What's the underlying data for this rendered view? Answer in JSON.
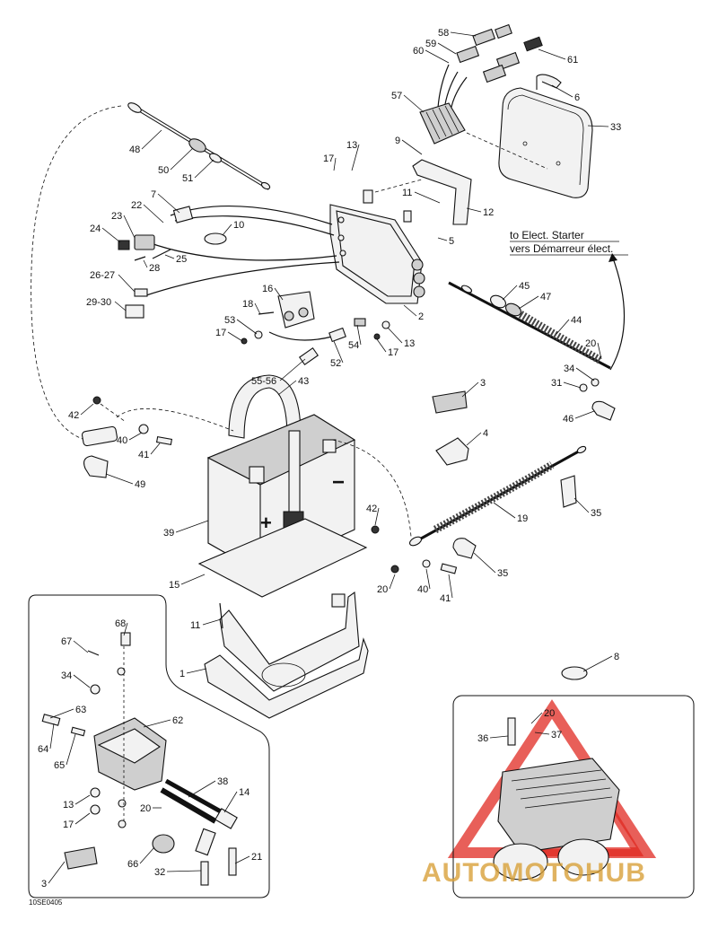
{
  "diagram": {
    "code": "10SE0405",
    "note_en": "to Elect. Starter",
    "note_fr": "vers Démarreur élect.",
    "battery_plus": "+",
    "battery_minus": "−",
    "watermark": "AUTOMOTOHUB",
    "callouts": [
      {
        "id": "58",
        "label": "58"
      },
      {
        "id": "59",
        "label": "59"
      },
      {
        "id": "60",
        "label": "60"
      },
      {
        "id": "61",
        "label": "61"
      },
      {
        "id": "6",
        "label": "6"
      },
      {
        "id": "57",
        "label": "57"
      },
      {
        "id": "33",
        "label": "33"
      },
      {
        "id": "48",
        "label": "48"
      },
      {
        "id": "50",
        "label": "50"
      },
      {
        "id": "51",
        "label": "51"
      },
      {
        "id": "9",
        "label": "9"
      },
      {
        "id": "13a",
        "label": "13"
      },
      {
        "id": "17a",
        "label": "17"
      },
      {
        "id": "11a",
        "label": "11"
      },
      {
        "id": "12",
        "label": "12"
      },
      {
        "id": "7",
        "label": "7"
      },
      {
        "id": "22",
        "label": "22"
      },
      {
        "id": "23",
        "label": "23"
      },
      {
        "id": "10",
        "label": "10"
      },
      {
        "id": "24",
        "label": "24"
      },
      {
        "id": "5",
        "label": "5"
      },
      {
        "id": "28",
        "label": "28"
      },
      {
        "id": "25",
        "label": "25"
      },
      {
        "id": "26-27",
        "label": "26-27"
      },
      {
        "id": "16",
        "label": "16"
      },
      {
        "id": "45",
        "label": "45"
      },
      {
        "id": "47",
        "label": "47"
      },
      {
        "id": "29-30",
        "label": "29-30"
      },
      {
        "id": "18",
        "label": "18"
      },
      {
        "id": "2",
        "label": "2"
      },
      {
        "id": "53",
        "label": "53"
      },
      {
        "id": "44",
        "label": "44"
      },
      {
        "id": "17b",
        "label": "17"
      },
      {
        "id": "54",
        "label": "54"
      },
      {
        "id": "13b",
        "label": "13"
      },
      {
        "id": "20a",
        "label": "20"
      },
      {
        "id": "17c",
        "label": "17"
      },
      {
        "id": "52",
        "label": "52"
      },
      {
        "id": "34a",
        "label": "34"
      },
      {
        "id": "55-56",
        "label": "55-56"
      },
      {
        "id": "43",
        "label": "43"
      },
      {
        "id": "31",
        "label": "31"
      },
      {
        "id": "3a",
        "label": "3"
      },
      {
        "id": "46",
        "label": "46"
      },
      {
        "id": "42a",
        "label": "42"
      },
      {
        "id": "40a",
        "label": "40"
      },
      {
        "id": "41a",
        "label": "41"
      },
      {
        "id": "4",
        "label": "4"
      },
      {
        "id": "49",
        "label": "49"
      },
      {
        "id": "39",
        "label": "39"
      },
      {
        "id": "19",
        "label": "19"
      },
      {
        "id": "35a",
        "label": "35"
      },
      {
        "id": "42b",
        "label": "42"
      },
      {
        "id": "35b",
        "label": "35"
      },
      {
        "id": "15",
        "label": "15"
      },
      {
        "id": "20b",
        "label": "20"
      },
      {
        "id": "40b",
        "label": "40"
      },
      {
        "id": "41b",
        "label": "41"
      },
      {
        "id": "11b",
        "label": "11"
      },
      {
        "id": "68",
        "label": "68"
      },
      {
        "id": "67",
        "label": "67"
      },
      {
        "id": "1",
        "label": "1"
      },
      {
        "id": "34b",
        "label": "34"
      },
      {
        "id": "8",
        "label": "8"
      },
      {
        "id": "63",
        "label": "63"
      },
      {
        "id": "62",
        "label": "62"
      },
      {
        "id": "64",
        "label": "64"
      },
      {
        "id": "20c",
        "label": "20"
      },
      {
        "id": "36",
        "label": "36"
      },
      {
        "id": "37",
        "label": "37"
      },
      {
        "id": "65",
        "label": "65"
      },
      {
        "id": "38",
        "label": "38"
      },
      {
        "id": "14",
        "label": "14"
      },
      {
        "id": "13c",
        "label": "13"
      },
      {
        "id": "20d",
        "label": "20"
      },
      {
        "id": "17d",
        "label": "17"
      },
      {
        "id": "66",
        "label": "66"
      },
      {
        "id": "21",
        "label": "21"
      },
      {
        "id": "32",
        "label": "32"
      },
      {
        "id": "3b",
        "label": "3"
      }
    ]
  }
}
